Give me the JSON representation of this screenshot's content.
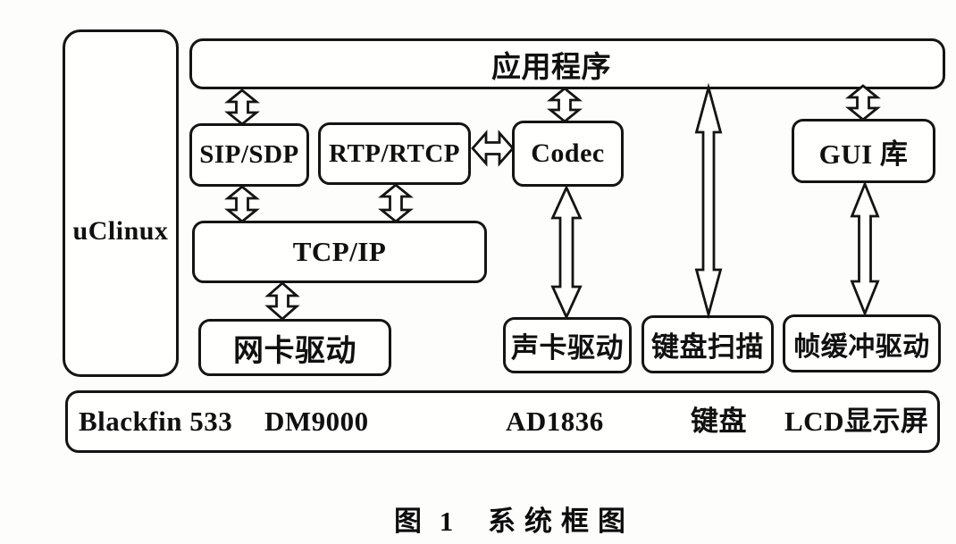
{
  "figure": {
    "number_label": "图 1",
    "title": "系统框图"
  },
  "nodes": {
    "uclinux": {
      "label": "uClinux"
    },
    "app": {
      "label": "应用程序"
    },
    "sip": {
      "label": "SIP/SDP"
    },
    "rtp": {
      "label": "RTP/RTCP"
    },
    "codec": {
      "label": "Codec"
    },
    "gui": {
      "label": "GUI 库"
    },
    "tcpip": {
      "label": "TCP/IP"
    },
    "nic": {
      "label": "网卡驱动"
    },
    "sound": {
      "label": "声卡驱动"
    },
    "keyscan": {
      "label": "键盘扫描"
    },
    "fb": {
      "label": "帧缓冲驱动"
    }
  },
  "hardware": {
    "items": [
      "Blackfin 533",
      "DM9000",
      "AD1836",
      "键盘",
      "LCD显示屏"
    ]
  },
  "connections": [
    {
      "id": "app-sip",
      "from": "app",
      "to": "sip",
      "bidirectional": true
    },
    {
      "id": "sip-tcpip",
      "from": "sip",
      "to": "tcpip",
      "bidirectional": true
    },
    {
      "id": "rtp-tcpip",
      "from": "rtp",
      "to": "tcpip",
      "bidirectional": true
    },
    {
      "id": "rtp-codec",
      "from": "rtp",
      "to": "codec",
      "bidirectional": true
    },
    {
      "id": "app-codec",
      "from": "app",
      "to": "codec",
      "bidirectional": true
    },
    {
      "id": "codec-sound",
      "from": "codec",
      "to": "sound",
      "bidirectional": true
    },
    {
      "id": "app-keyscan",
      "from": "app",
      "to": "keyscan",
      "bidirectional": true
    },
    {
      "id": "app-gui",
      "from": "app",
      "to": "gui",
      "bidirectional": true
    },
    {
      "id": "gui-fb",
      "from": "gui",
      "to": "fb",
      "bidirectional": true
    },
    {
      "id": "tcpip-nic",
      "from": "tcpip",
      "to": "nic",
      "bidirectional": true
    }
  ],
  "colors": {
    "line": "#141414",
    "box_fill": "#fffffe",
    "background": "#fdfdfc"
  }
}
